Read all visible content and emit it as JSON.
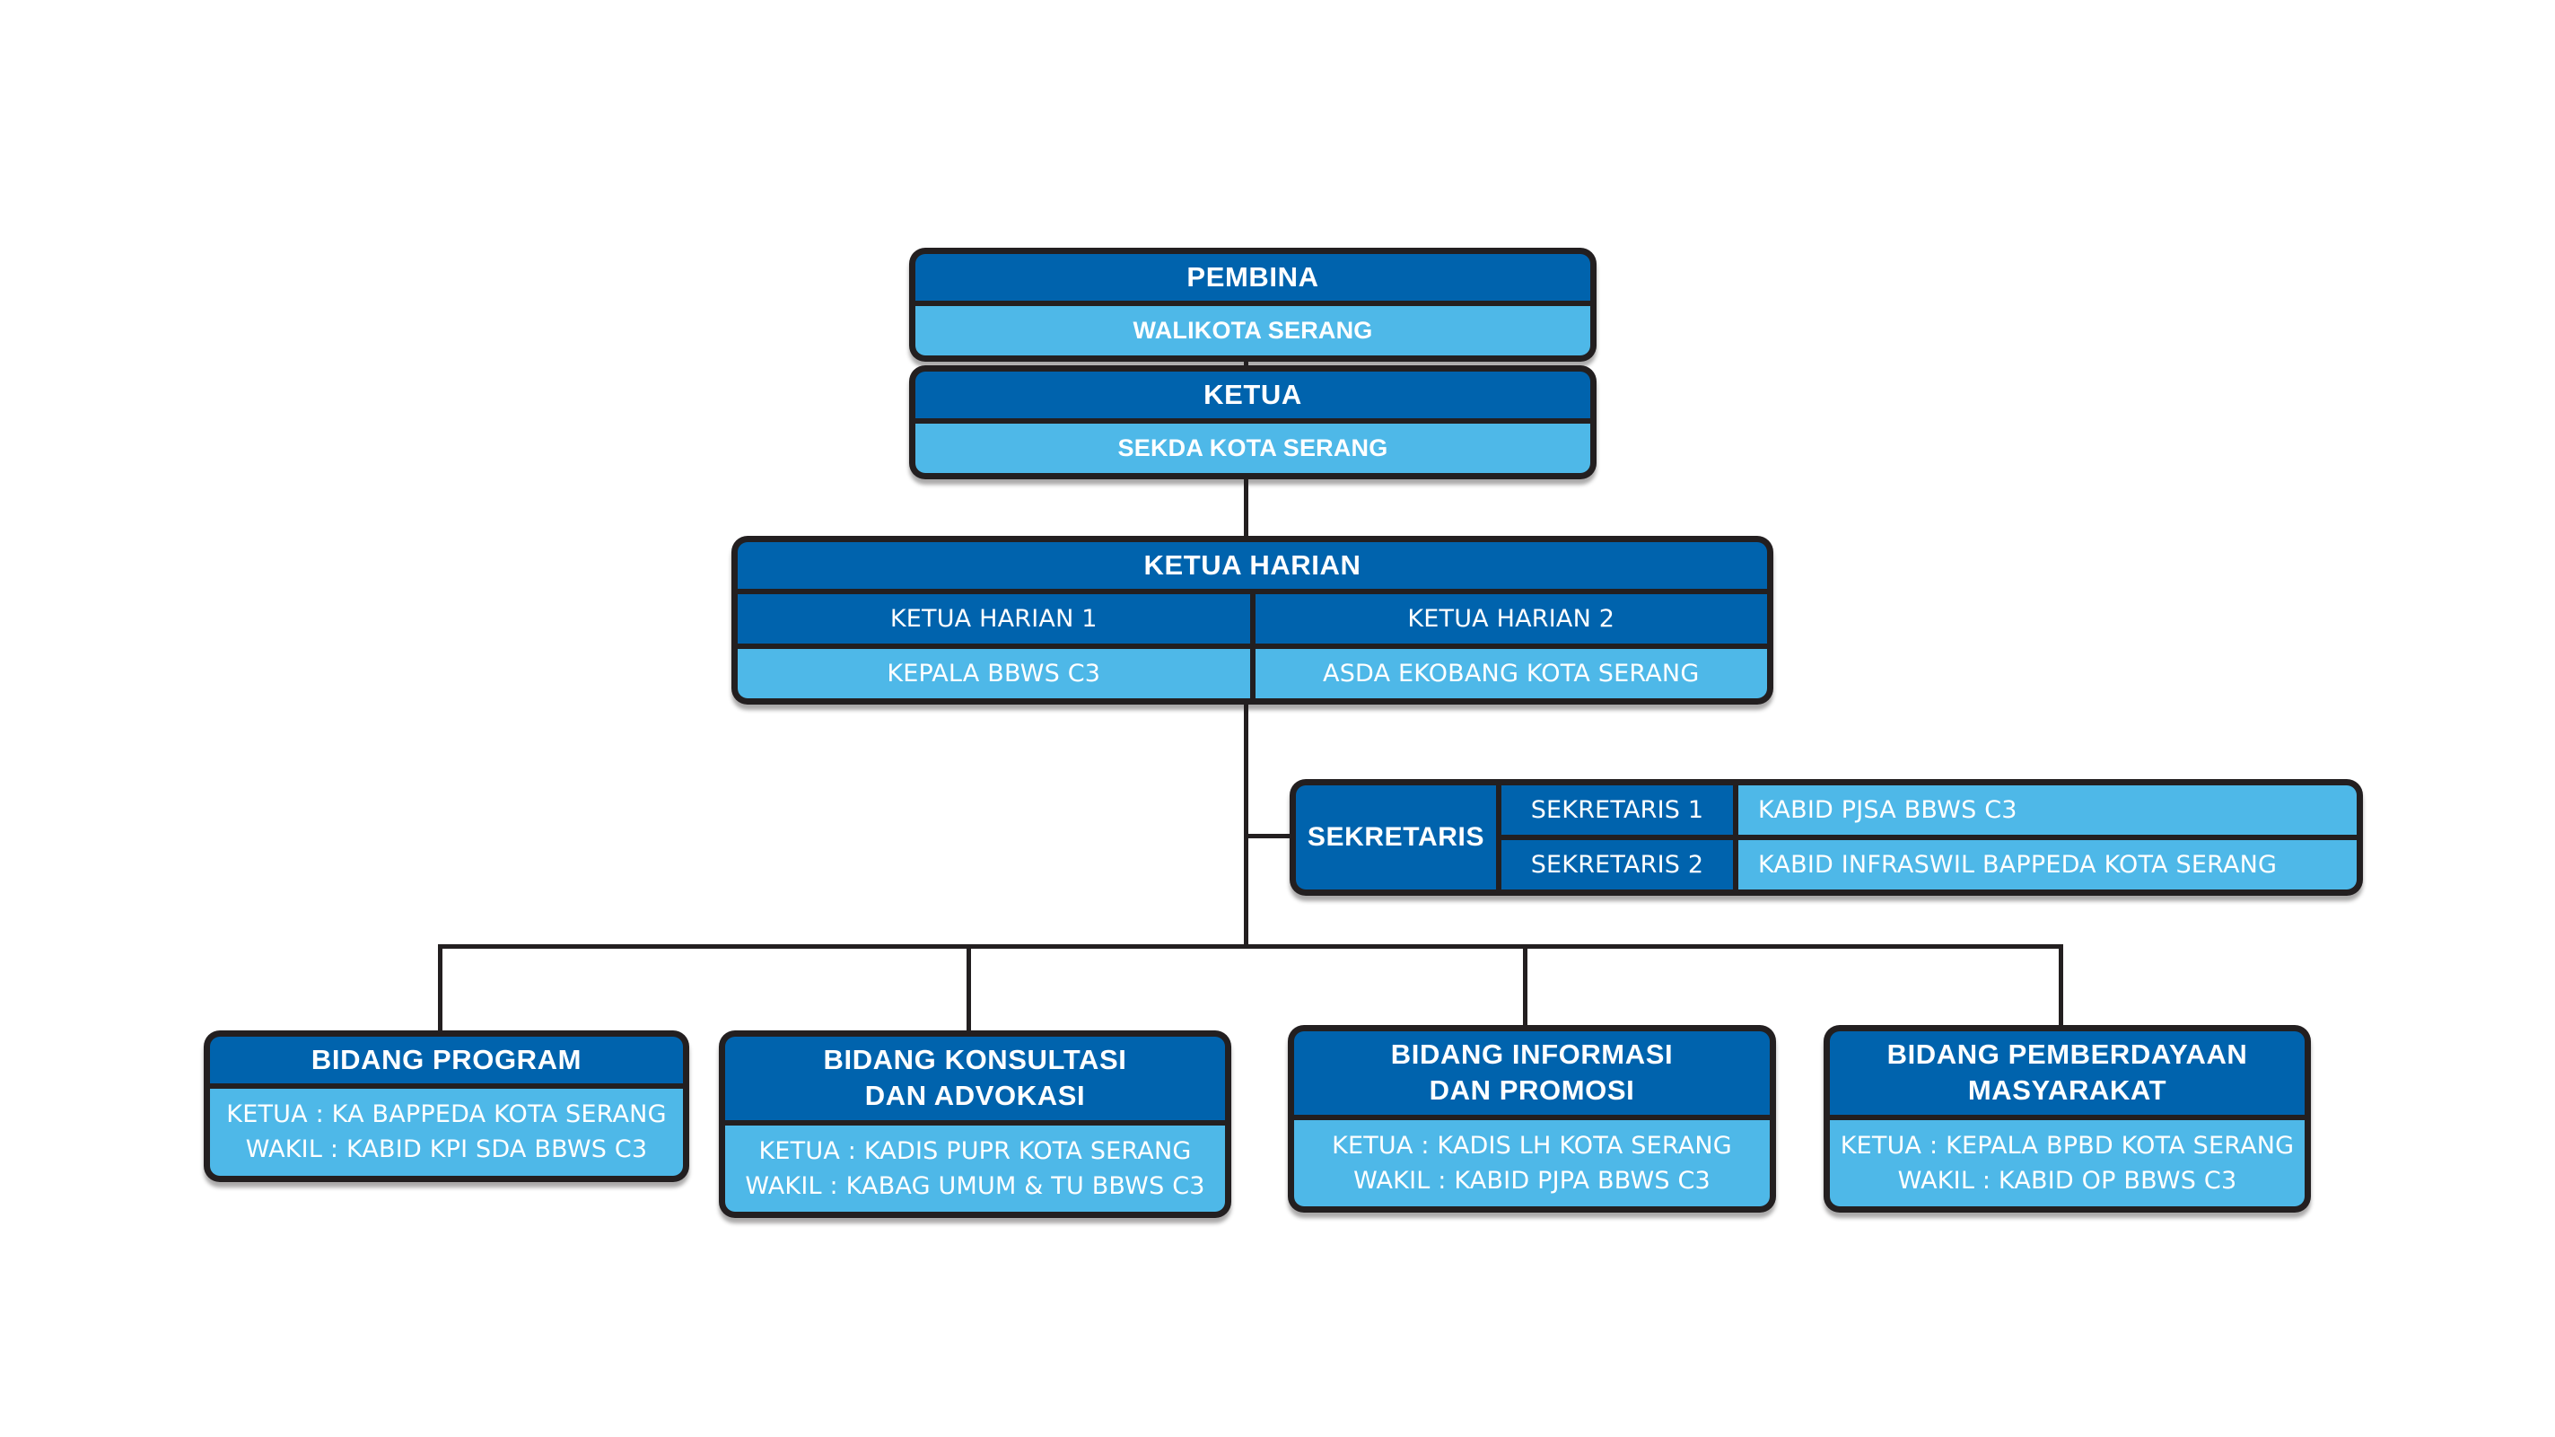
{
  "colors": {
    "dark_blue": "#0063AD",
    "light_blue": "#4EB8E8",
    "outline_black": "#231F20",
    "text_white": "#FFFFFF",
    "background": "#FFFFFF"
  },
  "org": {
    "pembina": {
      "title": "PEMBINA",
      "value": "WALIKOTA SERANG"
    },
    "ketua": {
      "title": "KETUA",
      "value": "SEKDA KOTA SERANG"
    },
    "ketua_harian": {
      "title": "KETUA HARIAN",
      "sub1_label": "KETUA HARIAN 1",
      "sub2_label": "KETUA HARIAN 2",
      "sub1_value": "KEPALA BBWS C3",
      "sub2_value": "ASDA EKOBANG KOTA SERANG"
    },
    "sekretaris": {
      "title": "SEKRETARIS",
      "row1_label": "SEKRETARIS 1",
      "row1_value": "KABID PJSA BBWS C3",
      "row2_label": "SEKRETARIS 2",
      "row2_value": "KABID INFRASWIL BAPPEDA KOTA SERANG"
    },
    "bidang": [
      {
        "title": "BIDANG PROGRAM",
        "ketua": "KETUA : KA BAPPEDA KOTA SERANG",
        "wakil": "WAKIL : KABID KPI SDA BBWS C3"
      },
      {
        "title": "BIDANG KONSULTASI\nDAN ADVOKASI",
        "ketua": "KETUA : KADIS PUPR KOTA SERANG",
        "wakil": "WAKIL : KABAG UMUM & TU BBWS C3"
      },
      {
        "title": "BIDANG INFORMASI\nDAN PROMOSI",
        "ketua": "KETUA : KADIS LH KOTA SERANG",
        "wakil": "WAKIL : KABID PJPA BBWS C3"
      },
      {
        "title": "BIDANG PEMBERDAYAAN\nMASYARAKAT",
        "ketua": "KETUA : KEPALA BPBD KOTA SERANG",
        "wakil": "WAKIL : KABID OP BBWS C3"
      }
    ]
  }
}
